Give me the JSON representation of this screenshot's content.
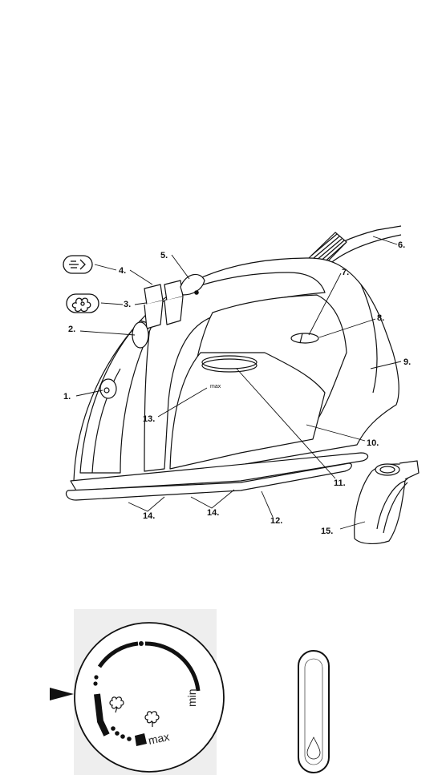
{
  "callouts": [
    {
      "id": 1,
      "label": "1."
    },
    {
      "id": 2,
      "label": "2."
    },
    {
      "id": 3,
      "label": "3."
    },
    {
      "id": 4,
      "label": "4."
    },
    {
      "id": 5,
      "label": "5."
    },
    {
      "id": 6,
      "label": "6."
    },
    {
      "id": 7,
      "label": "7."
    },
    {
      "id": 8,
      "label": "8."
    },
    {
      "id": 9,
      "label": "9."
    },
    {
      "id": 10,
      "label": "10."
    },
    {
      "id": 11,
      "label": "11."
    },
    {
      "id": 12,
      "label": "12."
    },
    {
      "id": 13,
      "label": "13."
    },
    {
      "id": 14,
      "label": "14."
    },
    {
      "id": 15,
      "label": "15."
    }
  ],
  "tank_mark": "max",
  "dial": {
    "min_label": "min",
    "max_label": "max"
  },
  "icons": {
    "spray": "spray-icon",
    "steam_burst": "steam-burst-icon",
    "dial_pointer": "triangle-pointer-icon",
    "water_drop": "water-drop-icon",
    "steam_cloud": "steam-cloud-icon"
  },
  "colors": {
    "line": "#111111",
    "background": "#ffffff",
    "panel": "#eeeeee"
  }
}
